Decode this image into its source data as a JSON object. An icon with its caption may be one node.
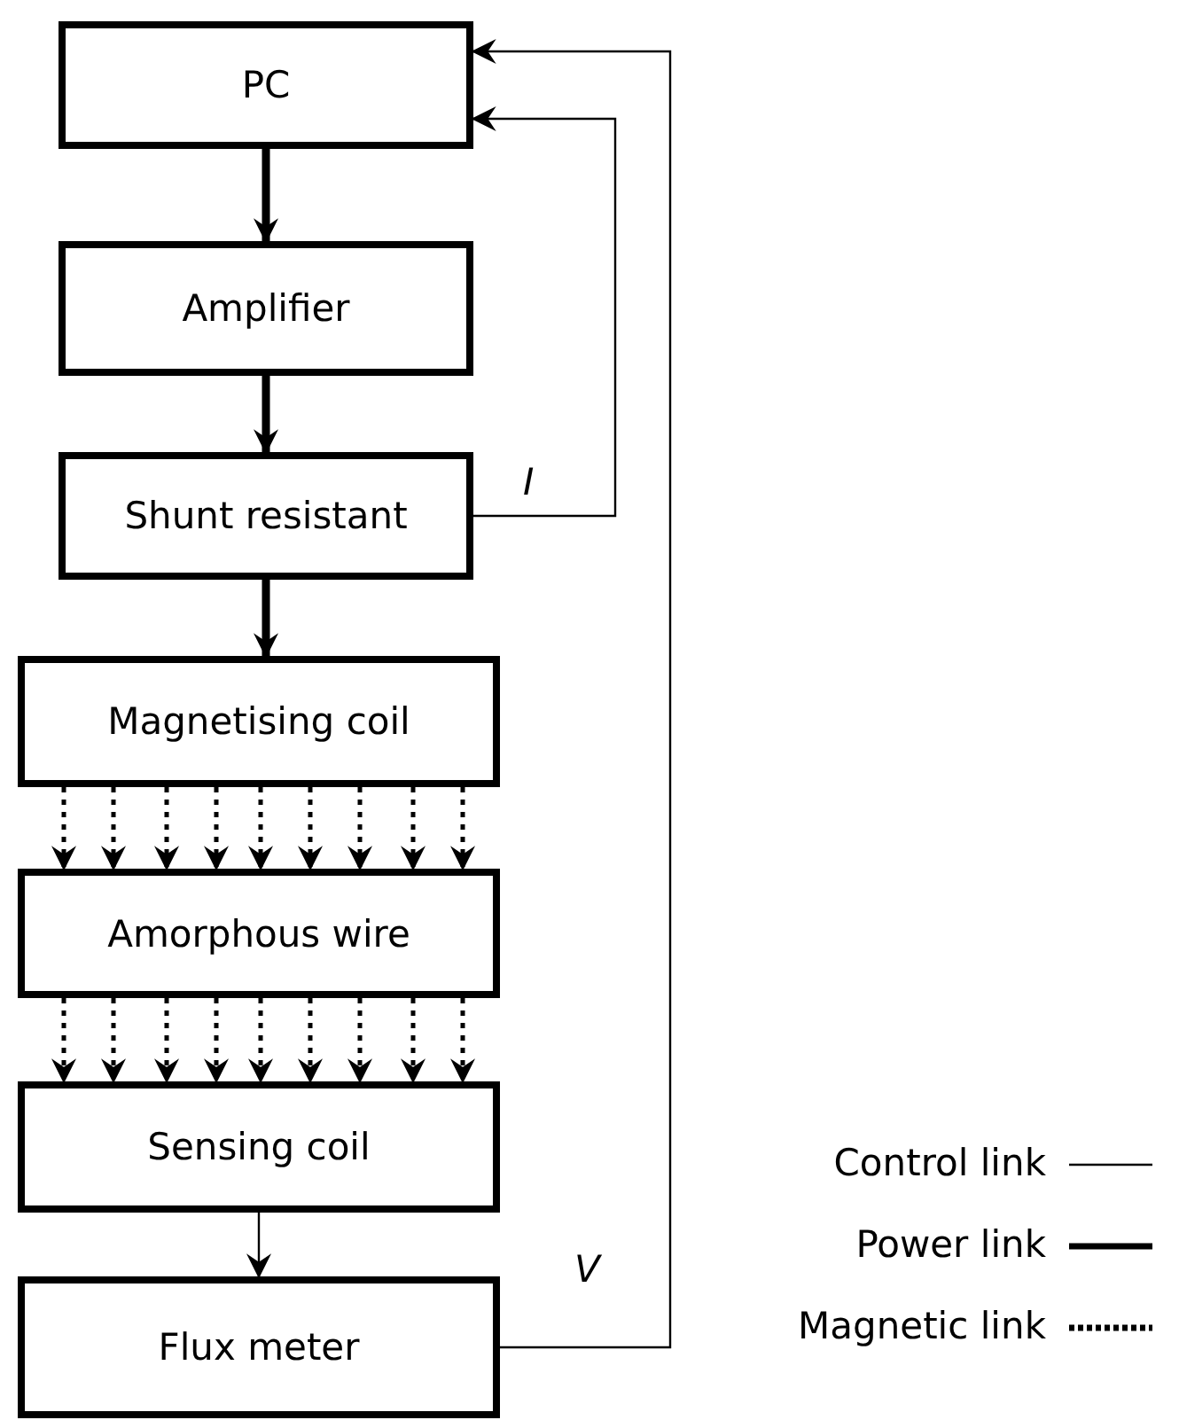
{
  "diagram": {
    "nodes": [
      {
        "text": [
          "PC"
        ]
      },
      {
        "text": [
          "Amplifier"
        ]
      },
      {
        "text": [
          "Shunt resistant"
        ]
      },
      {
        "text": [
          "Magnetising coil"
        ]
      },
      {
        "text": [
          "Amorphous wire"
        ]
      },
      {
        "text": [
          "Sensing coil"
        ]
      },
      {
        "text": [
          "Flux meter"
        ]
      }
    ],
    "edges": [
      {
        "from": 0,
        "to": 1,
        "arrow": "to",
        "style": "thick"
      },
      {
        "from": 1,
        "to": 2,
        "arrow": "to",
        "style": "thick"
      },
      {
        "from": 2,
        "to": 3,
        "arrow": "to",
        "style": "thick"
      },
      {
        "from": 3,
        "to": 4,
        "arrow": "to",
        "style": "dashed"
      },
      {
        "from": 3,
        "to": 4,
        "arrow": "to",
        "style": "dashed"
      },
      {
        "from": 3,
        "to": 4,
        "arrow": "to",
        "style": "dashed"
      },
      {
        "from": 3,
        "to": 4,
        "arrow": "to",
        "style": "dashed"
      },
      {
        "from": 3,
        "to": 4,
        "arrow": "to",
        "style": "dashed"
      },
      {
        "from": 3,
        "to": 4,
        "arrow": "to",
        "style": "dashed"
      },
      {
        "from": 3,
        "to": 4,
        "arrow": "to",
        "style": "dashed"
      },
      {
        "from": 3,
        "to": 4,
        "arrow": "to",
        "style": "dashed"
      },
      {
        "from": 3,
        "to": 4,
        "arrow": "to",
        "style": "dashed"
      },
      {
        "from": 4,
        "to": 5,
        "arrow": "to",
        "style": "dashed"
      },
      {
        "from": 4,
        "to": 5,
        "arrow": "to",
        "style": "dashed"
      },
      {
        "from": 4,
        "to": 5,
        "arrow": "to",
        "style": "dashed"
      },
      {
        "from": 4,
        "to": 5,
        "arrow": "to",
        "style": "dashed"
      },
      {
        "from": 4,
        "to": 5,
        "arrow": "to",
        "style": "dashed"
      },
      {
        "from": 4,
        "to": 5,
        "arrow": "to",
        "style": "dashed"
      },
      {
        "from": 4,
        "to": 5,
        "arrow": "to",
        "style": "dashed"
      },
      {
        "from": 4,
        "to": 5,
        "arrow": "to",
        "style": "dashed"
      },
      {
        "from": 4,
        "to": 5,
        "arrow": "to",
        "style": "dashed"
      },
      {
        "from": 5,
        "to": 6,
        "arrow": "to"
      },
      {
        "from": 2,
        "to": 0,
        "arrow": "to",
        "label": "I"
      },
      {
        "from": 6,
        "to": 0,
        "arrow": "to",
        "label": "V"
      }
    ],
    "legend": [
      {
        "text": "Control link"
      },
      {
        "text": "Power link"
      },
      {
        "text": "Magnetic link"
      }
    ]
  }
}
